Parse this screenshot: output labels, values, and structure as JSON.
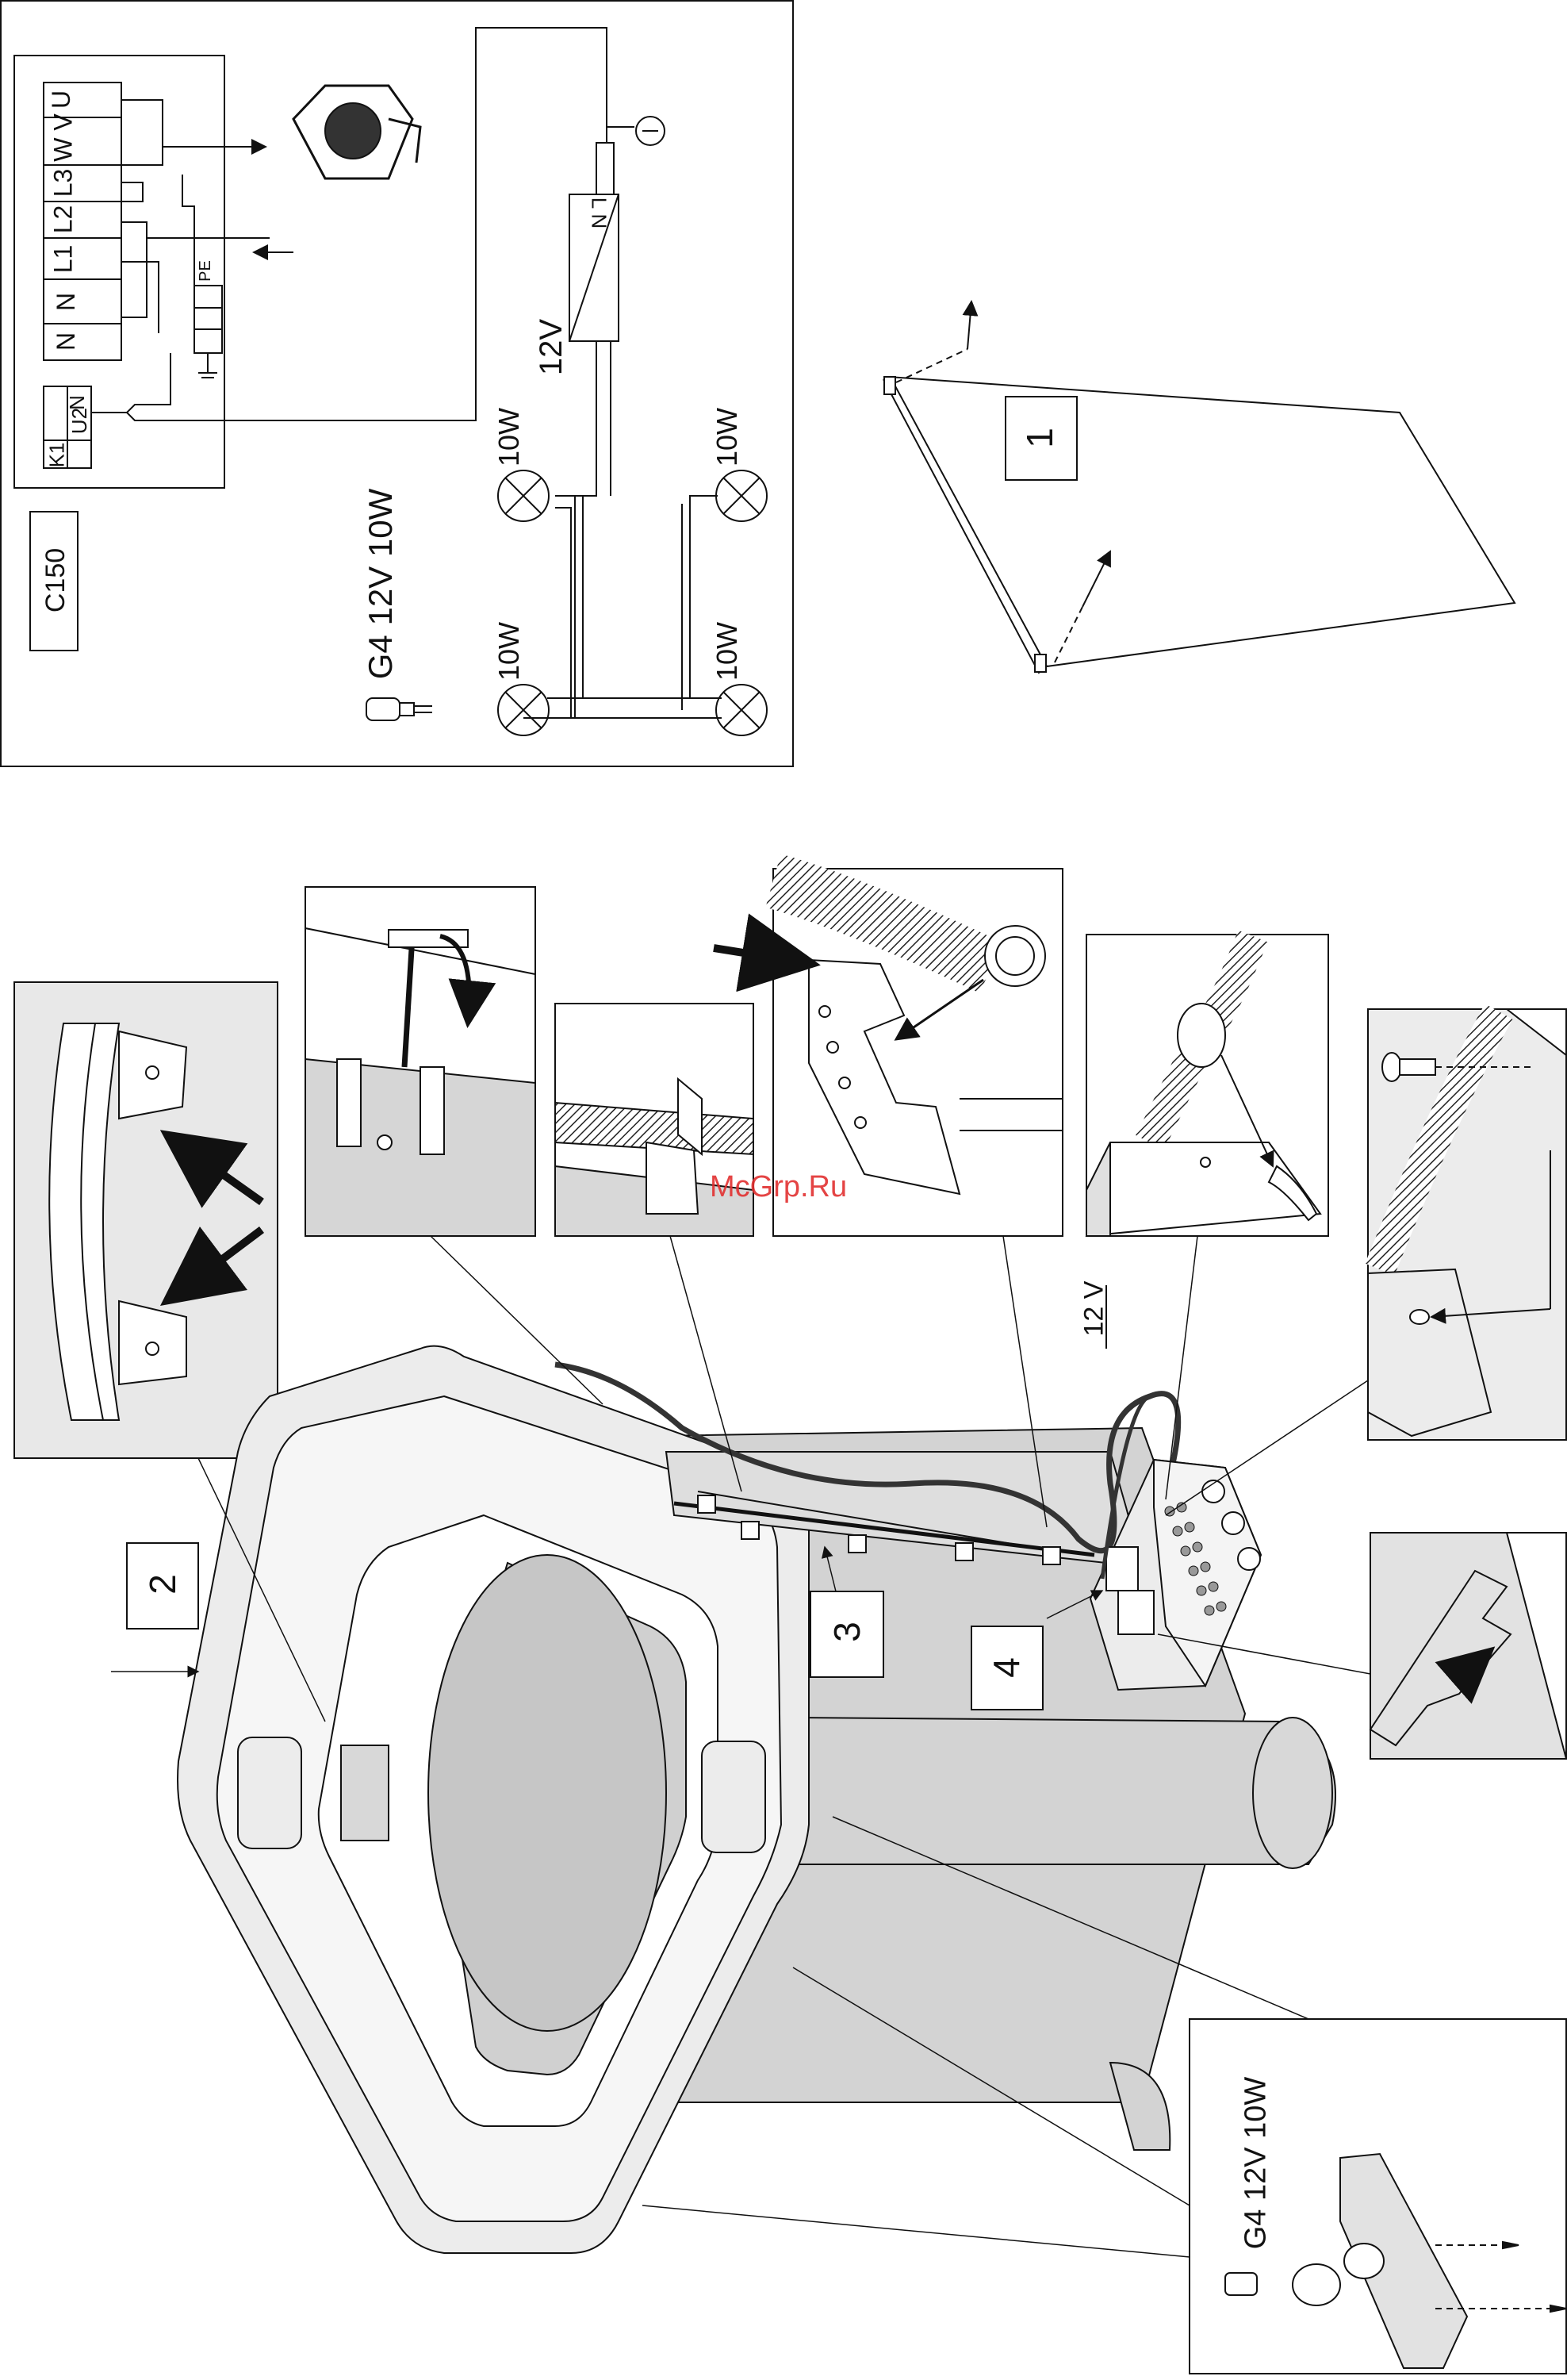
{
  "wiring_diagram": {
    "terminal_block": [
      "U",
      "W V",
      "L3",
      "L2",
      "L1",
      "N",
      "N"
    ],
    "aux_block": [
      "K1",
      "U2",
      "N"
    ],
    "pe_label": "PE",
    "model_label": "C150",
    "lamp_spec": "G4 12V 10W",
    "voltage_label": "12V",
    "transformer_label": "L N",
    "lamp_power": "10W"
  },
  "callouts": {
    "panel_1": "1",
    "frame_2": "2",
    "strip_3": "3",
    "box_4": "4"
  },
  "assembly": {
    "voltage_label": "12 V",
    "lamp_spec": "G4 12V 10W"
  },
  "watermark": "McGrp.Ru"
}
